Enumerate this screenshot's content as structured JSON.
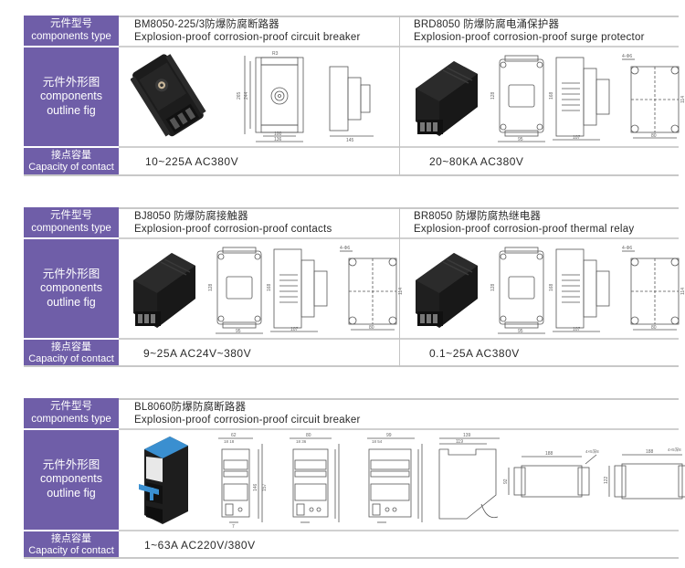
{
  "labels": {
    "type_cn": "元件型号",
    "type_en": "components type",
    "outline_cn": "元件外形图",
    "outline_en_1": "components",
    "outline_en_2": "outline fig",
    "capacity_cn": "接点容量",
    "capacity_en": "Capacity of contact"
  },
  "colors": {
    "label_bg": "#6f5ea8",
    "accent_blue": "#3a8fd0"
  },
  "sections": [
    {
      "products": [
        {
          "model_cn": "BM8050-225/3防爆防腐断路器",
          "name_en": "Explosion-proof corrosion-proof circuit breaker",
          "capacity": "10~225A  AC380V",
          "photo_icon": "circuit-breaker-photo",
          "dims": [
            "R3",
            "265",
            "244",
            "100",
            "136",
            "145"
          ]
        },
        {
          "model_cn": "BRD8050 防爆防腐电涌保护器",
          "name_en": "Explosion-proof corrosion-proof surge protector",
          "capacity": "20~80KA  AC380V",
          "photo_icon": "surge-protector-photo",
          "dims": [
            "128",
            "95",
            "168",
            "107",
            "4-Φ6",
            "114",
            "80"
          ]
        }
      ]
    },
    {
      "products": [
        {
          "model_cn": "BJ8050 防爆防腐接触器",
          "name_en": "Explosion-proof corrosion-proof contacts",
          "capacity": "9~25A  AC24V~380V",
          "photo_icon": "contactor-photo",
          "dims": [
            "128",
            "95",
            "168",
            "107",
            "4-Φ6",
            "114",
            "80"
          ]
        },
        {
          "model_cn": "BR8050 防爆防腐热继电器",
          "name_en": "Explosion-proof corrosion-proof thermal relay",
          "capacity": "0.1~25A  AC380V",
          "photo_icon": "thermal-relay-photo",
          "dims": [
            "128",
            "95",
            "168",
            "107",
            "4-Φ6",
            "114",
            "80"
          ]
        }
      ]
    },
    {
      "products": [
        {
          "model_cn": "BL8060防爆防腐断路器",
          "name_en": "Explosion-proof corrosion-proof circuit breaker",
          "capacity": "1~63A  AC220V/380V",
          "photo_icon": "mini-circuit-breaker-photo",
          "dims": [
            "62",
            "18 18",
            "80",
            "18 36",
            "99",
            "18 54",
            "146",
            "157",
            "7",
            "139",
            "119",
            "188",
            "92",
            "122",
            "4×5深8"
          ]
        }
      ]
    }
  ]
}
